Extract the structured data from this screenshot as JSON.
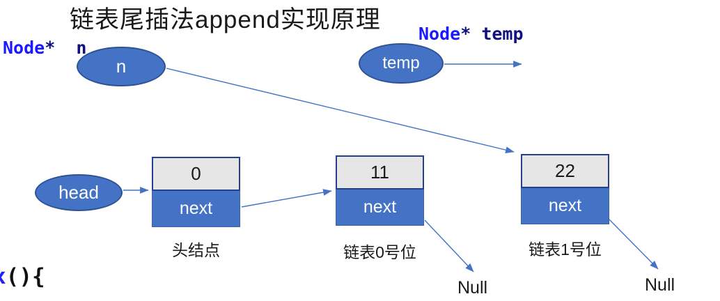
{
  "title": "链表尾插法append实现原理",
  "code_labels": {
    "n": {
      "type": "Node",
      "rest": "*  n"
    },
    "temp": {
      "type": "Node",
      "rest": "* temp"
    }
  },
  "pointers": {
    "n": {
      "label": "n"
    },
    "temp": {
      "label": "temp"
    },
    "head": {
      "label": "head"
    }
  },
  "nodes": [
    {
      "value": "0",
      "next_label": "next",
      "caption": "头结点"
    },
    {
      "value": "11",
      "next_label": "next",
      "caption": "链表0号位"
    },
    {
      "value": "22",
      "next_label": "next",
      "caption": "链表1号位"
    }
  ],
  "null_labels": {
    "left": "Null",
    "right": "Null"
  },
  "code_fragment": {
    "blue": "x",
    "black": "(){"
  },
  "colors": {
    "shape_fill": "#4472C4",
    "shape_border": "#2E5395",
    "box_border": "#26408C",
    "value_cell_gray": "#E7E6E6",
    "arrow_blue": "#4472C4",
    "code_type_blue": "#1A1AFF",
    "code_var_navy": "#10107E",
    "text_black": "#1A1A1A"
  }
}
